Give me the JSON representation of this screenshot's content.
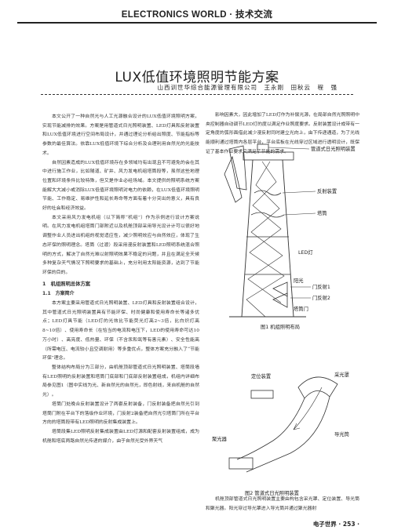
{
  "header": {
    "journal": "ELECTRONICS WORLD · 技术交流"
  },
  "article": {
    "title": "LUX低值环境照明节能方案",
    "authors": "山西训世华综合能源管理有限公司　王永刚　田秋云　程　强"
  },
  "left_column": [
    {
      "type": "p",
      "text": "本文公开了一种自然光与人工光源融合设计的LUX低值环境照明方案，实现节能减排的效果。方案是用管道式日光照明装置、LED灯具和反射装置和LUX低值环境进行空间布局设计，并通过理论分析给出照度、节能指标等参数的最佳算法。依靠LUX低值环境下综合分析及合理利用自然光的光能技术。"
    },
    {
      "type": "p",
      "text": "自然因素造成的LUX低值环境存在多领域均有出现且不可避免的会在其中进行施工作业，比如隧道、矿井、风力发电机组塔筒段等，虽然这些地理位置和环境条件比较特殊，但又是作业必经场域。本文提供的照明系统方案能解大大减小或消除LUX低值环境照明对电力的依赖，在LUX低值环境照明节能、工作稳定、易维护性和延长寿命等方面有着十分突出的意义，具有良好的社会和经济效益。"
    },
    {
      "type": "p",
      "text": "本文采用风力发电机组（以下简称“机组”）作为示例进行设计方案说明。在风力发电机组塔筒门部附近以及机舱顶部采用导光设计计可以很好地调整作业人员进出机组的视觉适应性，减少照明效应与自然效应，体现了生态环保的照明理念。塔筒（过渡）段采用漫反射装置和LED照明系统混合照明的方式，解决了自然光难以射照明效果不稳定的问题，并且在满足全天候多种复杂天气情况下照明要求的基础上，充分利用太阳能资源，达到了节能环保的目的。"
    },
    {
      "type": "h4",
      "text": "1　机组照明总体方案"
    },
    {
      "type": "h5",
      "text": "1.1　方案简介"
    },
    {
      "type": "p",
      "text": "本方案主要采用管道式日光照明装置、LED灯具和反射装置组合设计，其中管道式日光照明装置具有节能环保、时尚健康和使用寿命长等诸多优点；LED灯具节能（LED灯的光效比节能荧光灯高2~3倍，比白炽灯高8~10倍）、使用寿命长（在恰当的电流和电压下，LED的使用寿命可达10万小时）、高亮度、低热量、环保（不含汞和氙等有害元素）、安全性能高（所需电压、电流较小且空调耐用）等多重优点，整体方案充分融入了“节能环保”理念。"
    },
    {
      "type": "p",
      "text": "整体结构布局分为三部分，由机舱顶部管道式日光照明装置、塔筒段墙有LED照明的反射装置和塔筒门底部和门底部反射装置组成，机组内详细布局参见图1（图中实线为光、新自然光的自然光，即色射线，来自机舱的自然光）。"
    },
    {
      "type": "p",
      "text": "塔筒门处晚合反射装置设计了两套反射装备，门反射装备把自然光引到塔筒门附在平台下的落级作业环境，门反射2装备把自然光引塔筒门所在平台方向的塔筒段带有LED照明的反射集成装置上。"
    },
    {
      "type": "p",
      "text": "塔筒段集LED照明反射集成装置由LED灯源和配套反射装置组成，成为机舱和塔底两路自然光传递的媒介，由于自然光受外界天气"
    }
  ],
  "right_column_top": [
    {
      "type": "p",
      "text": "影响因素大，因此增加了LED灯作为补偿光源，在局部自然光照照明中央控制器自动调节LED灯的度以满足作业照度要求。反射装置设计成带有一定角度的弧形面借此减少漫反射同时建立光向上，由下传递通道，为了光线能顺利通过塔筒内各层平台，平台底板在光线穿过区域进行透明设计，既保证了基本作业要求又满足了节能的需求。"
    }
  ],
  "right_column_bottom": [
    {
      "type": "p",
      "text": "机舱顶部管道式日光照明装置主要由构包含采光罩、定位装置、导光筒和聚光器。阳光穿过导光罩进入导光筒并通过聚光器射"
    }
  ],
  "figure1": {
    "labels": {
      "top": "管道式日光照明装置",
      "reflector": "反射装置",
      "tower": "塔筒",
      "led": "LED灯",
      "sun": "阳光",
      "door1": "门反射1",
      "door2": "门反射2",
      "tower_door": "塔筒门"
    },
    "caption": "图1 机组照明布局"
  },
  "figure2": {
    "labels": {
      "locator": "定位装置",
      "dome": "采光罩",
      "pipe": "导光筒",
      "concentrator": "聚光器"
    },
    "caption": "图2 管道式日光照明装置"
  },
  "footer": {
    "text": "电子世界 · 253 ·"
  }
}
